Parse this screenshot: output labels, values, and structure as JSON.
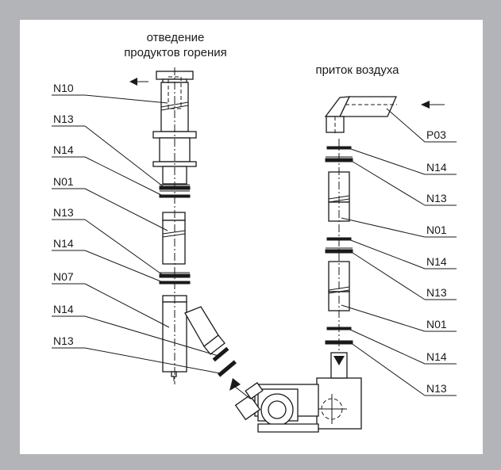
{
  "captions": {
    "exhaust_line1": "отведение",
    "exhaust_line2": "продуктов горения",
    "intake": "приток воздуха"
  },
  "left_labels": [
    "N10",
    "N13",
    "N14",
    "N01",
    "N13",
    "N14",
    "N07",
    "N14",
    "N13"
  ],
  "right_labels": [
    "P03",
    "N14",
    "N13",
    "N01",
    "N14",
    "N13",
    "N01",
    "N14",
    "N13"
  ],
  "colors": {
    "frame": "#b2b4b7",
    "panel": "#ffffff",
    "ink": "#1a1a1a"
  }
}
